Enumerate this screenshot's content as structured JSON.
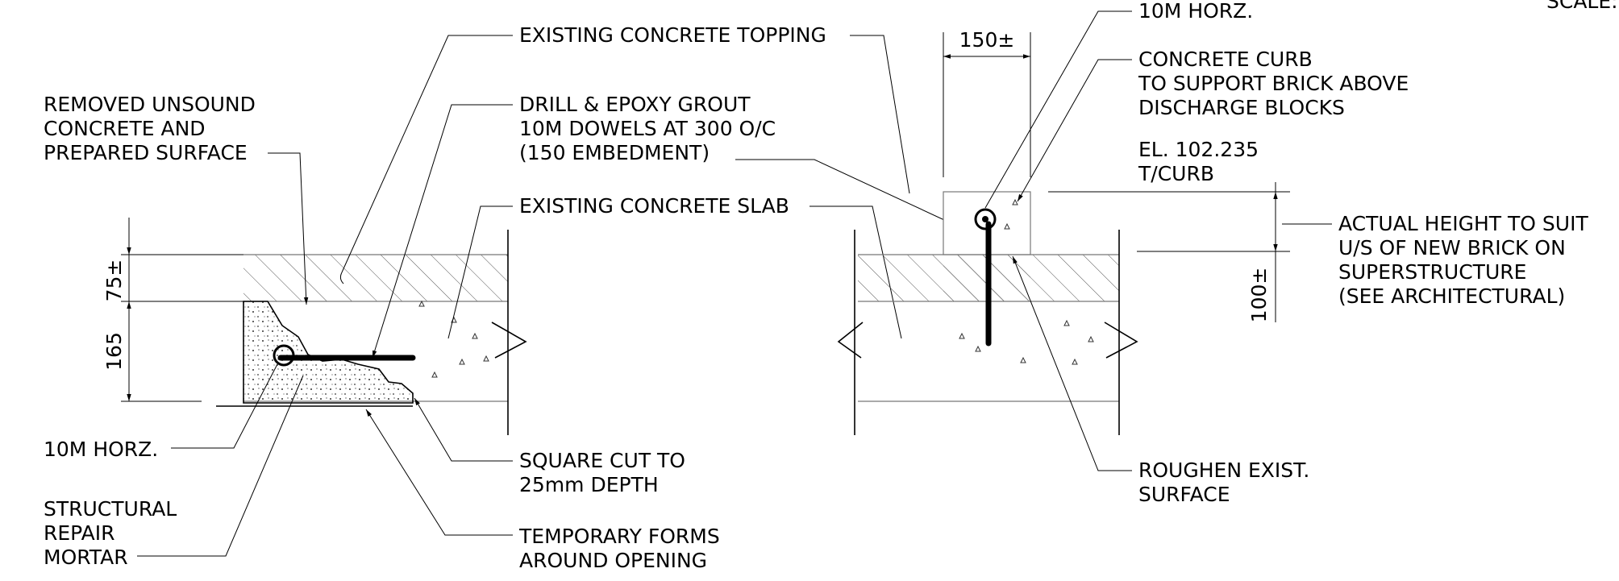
{
  "left_detail": {
    "removed_unsound_label": [
      "REMOVED UNSOUND",
      "CONCRETE AND",
      "PREPARED SURFACE"
    ],
    "existing_topping_label": "EXISTING CONCRETE TOPPING",
    "dowels_label": [
      "DRILL & EPOXY GROUT",
      "10M DOWELS AT 300 O/C",
      "(150 EMBEDMENT)"
    ],
    "existing_slab_label": "EXISTING CONCRETE SLAB",
    "dim_topping": "75±",
    "dim_slab": "165",
    "horz_bar_label": "10M HORZ.",
    "mortar_label": [
      "STRUCTURAL",
      "REPAIR",
      "MORTAR"
    ],
    "square_cut_label": [
      "SQUARE CUT TO",
      "25mm DEPTH"
    ],
    "forms_label": [
      "TEMPORARY FORMS",
      "AROUND OPENING"
    ]
  },
  "right_detail": {
    "horz_bar_label": "10M HORZ.",
    "curb_width_dim": "150±",
    "curb_label": [
      "CONCRETE CURB",
      "TO SUPPORT BRICK ABOVE",
      "DISCHARGE BLOCKS"
    ],
    "elevation_label": [
      "EL. 102.235",
      "T/CURB"
    ],
    "actual_height_label": [
      "ACTUAL HEIGHT TO SUIT",
      "U/S OF NEW BRICK ON",
      "SUPERSTRUCTURE",
      "(SEE ARCHITECTURAL)"
    ],
    "dim_curb": "100±",
    "roughen_label": [
      "ROUGHEN EXIST.",
      "SURFACE"
    ]
  },
  "scale_fragment": "SCALE:"
}
